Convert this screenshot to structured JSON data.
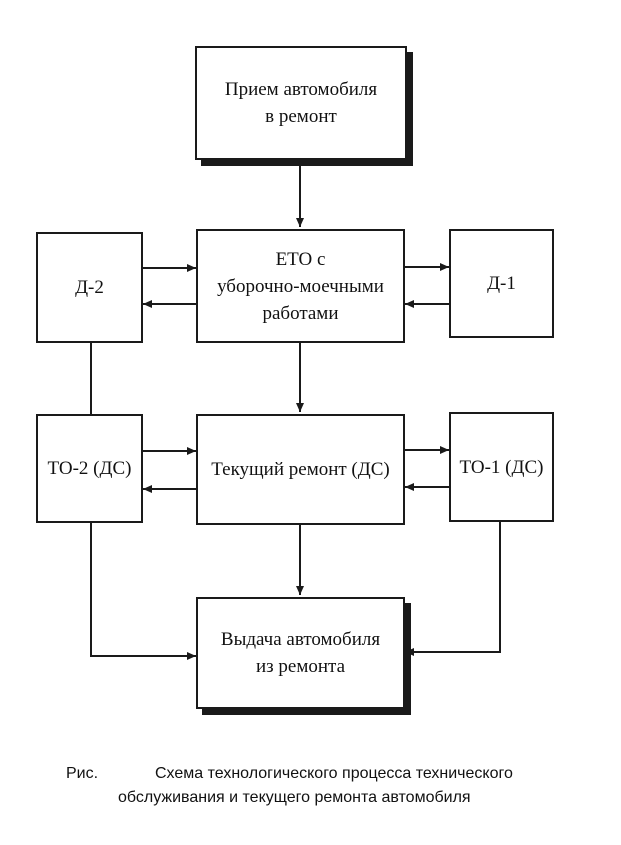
{
  "diagram": {
    "nodes": {
      "reception": "Прием автомобиля\nв ремонт",
      "eto": "ЕТО с\nуборочно-моечными\nработами",
      "d2": "Д-2",
      "d1": "Д-1",
      "current_repair": "Текущий ремонт (ДС)",
      "to2": "ТО-2 (ДС)",
      "to1": "ТО-1 (ДС)",
      "release": "Выдача автомобиля\nиз ремонта"
    },
    "edges": [
      {
        "from": "reception",
        "to": "eto"
      },
      {
        "from": "d2",
        "to": "eto"
      },
      {
        "from": "eto",
        "to": "d2"
      },
      {
        "from": "eto",
        "to": "d1"
      },
      {
        "from": "d1",
        "to": "eto"
      },
      {
        "from": "eto",
        "to": "current_repair"
      },
      {
        "from": "d2",
        "to": "to2"
      },
      {
        "from": "to2",
        "to": "current_repair"
      },
      {
        "from": "current_repair",
        "to": "to2"
      },
      {
        "from": "current_repair",
        "to": "to1"
      },
      {
        "from": "to1",
        "to": "current_repair"
      },
      {
        "from": "current_repair",
        "to": "release"
      },
      {
        "from": "to2",
        "to": "release"
      },
      {
        "from": "to1",
        "to": "release"
      }
    ]
  },
  "caption": {
    "label": "Рис.",
    "line1": "Схема технологического процесса технического",
    "line2": "обслуживания и текущего ремонта автомобиля"
  }
}
